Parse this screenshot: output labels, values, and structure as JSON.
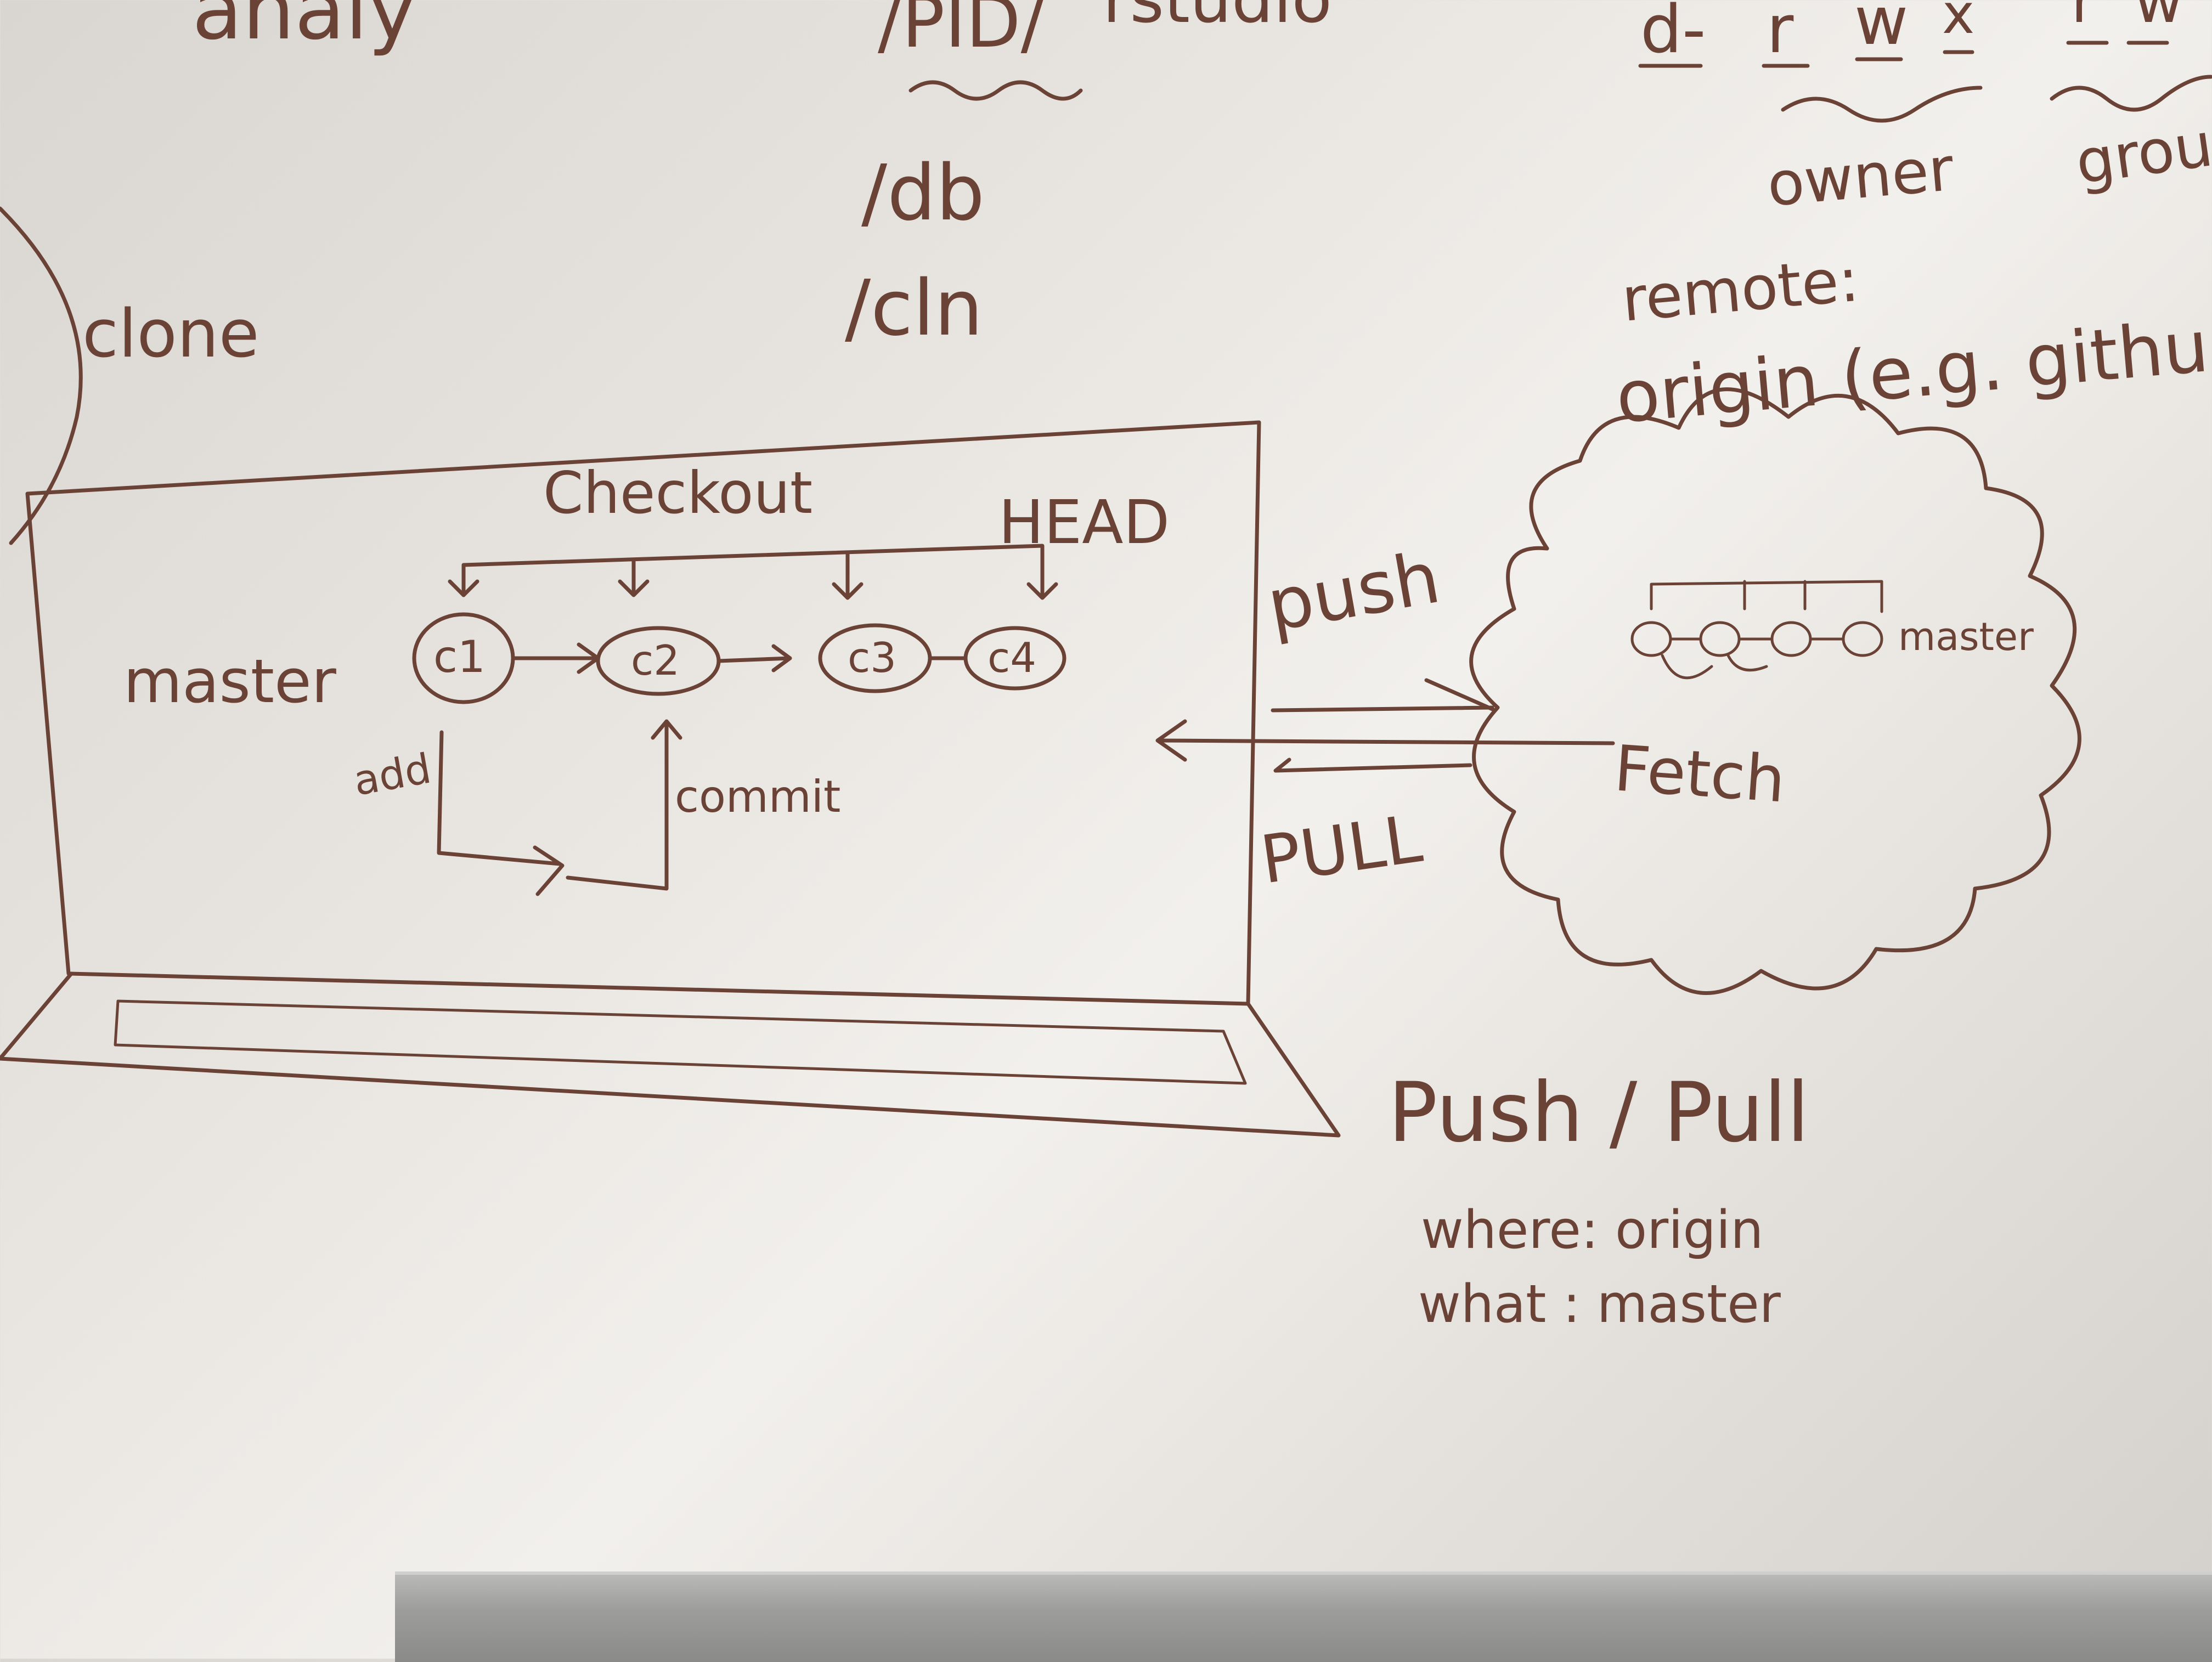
{
  "whiteboard": {
    "top_left_text": "analy",
    "top_middle": {
      "pid": "/PID/",
      "rest": "rstudio",
      "db": "/db",
      "cln": "/cln"
    },
    "permissions": {
      "bits": [
        "d-",
        "r",
        "w",
        "x",
        "r",
        "w"
      ],
      "owner_label": "owner",
      "group_label": "grou"
    },
    "clone_label": "clone",
    "laptop": {
      "branch_label": "master",
      "checkout_label": "Checkout",
      "head_label": "HEAD",
      "commits": [
        "c1",
        "c2",
        "c3",
        "c4"
      ],
      "add_label": "add",
      "commit_label": "commit"
    },
    "remote": {
      "remote_label": "remote:",
      "origin_label": "origin (e.g. githu",
      "cloud_branch_label": "master",
      "fetch_label": "Fetch"
    },
    "arrows": {
      "push_label": "push",
      "pull_label": "PULL"
    },
    "push_pull_notes": {
      "title": "Push / Pull",
      "where": "where: origin",
      "what": "what : master"
    }
  },
  "colors": {
    "ink": "#6b4236",
    "board": "#ebe8e3",
    "tray": "#9d9d9b"
  }
}
